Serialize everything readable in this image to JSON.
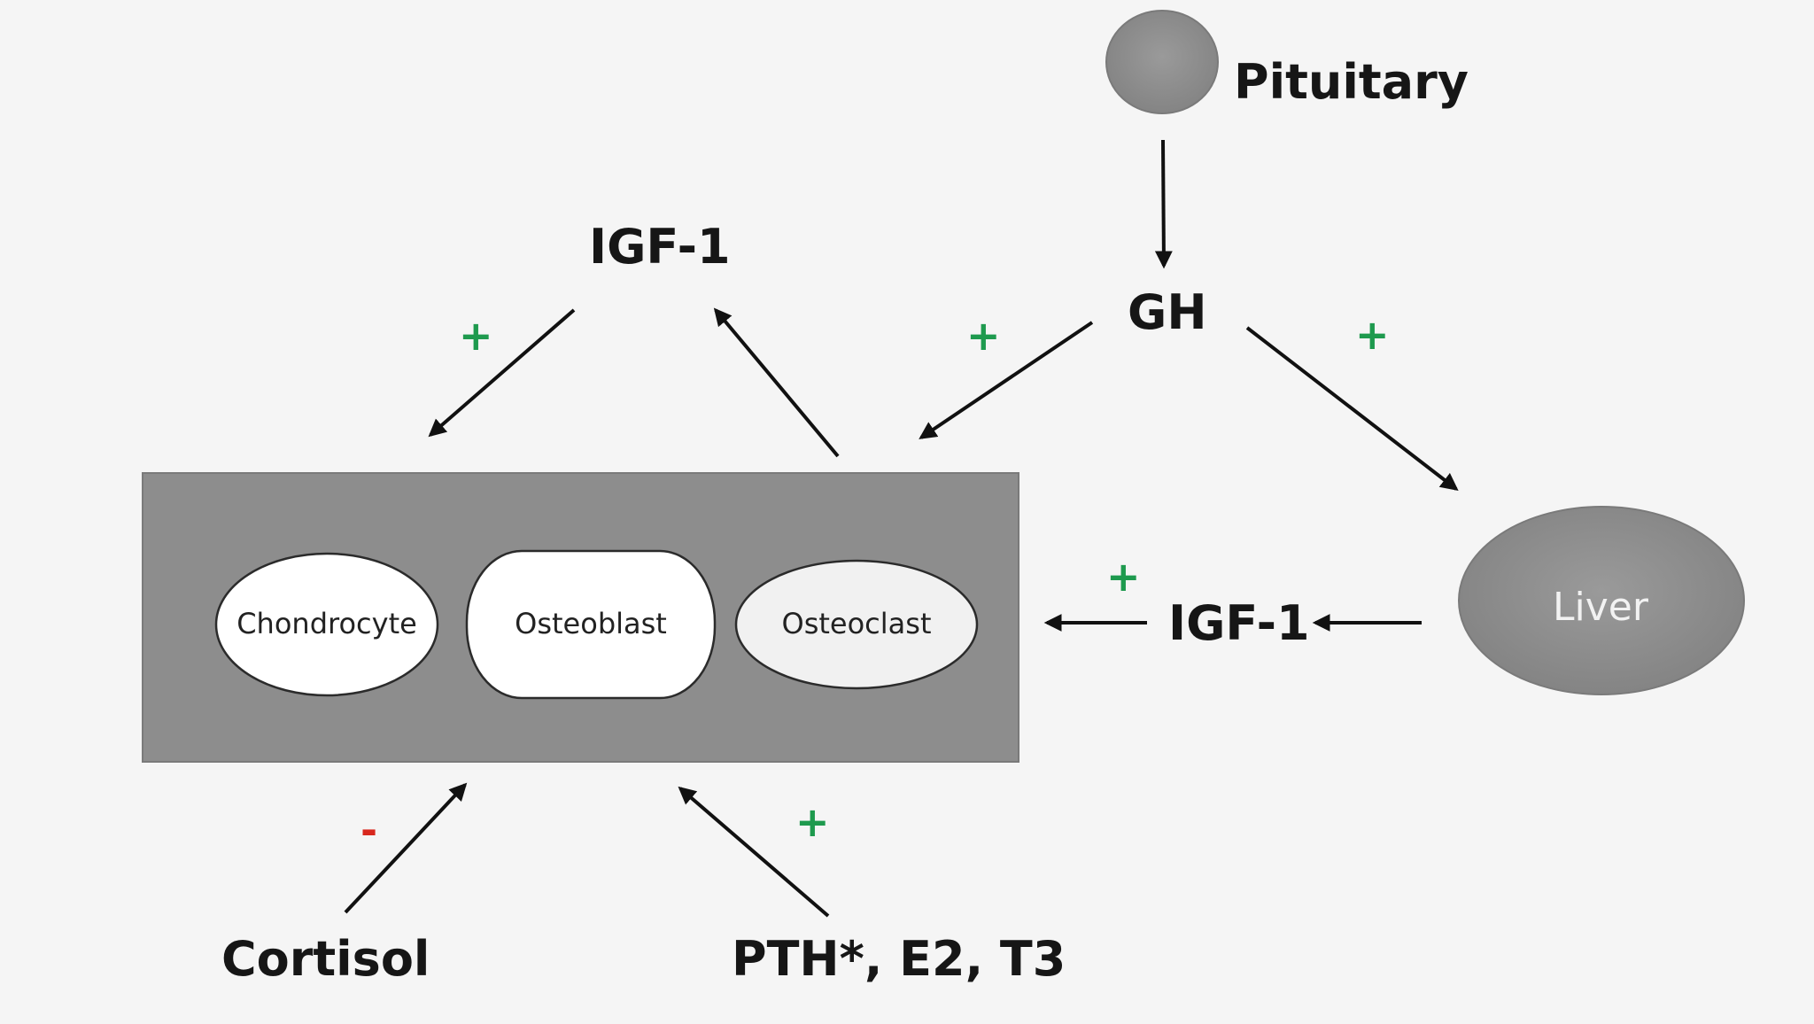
{
  "diagram": {
    "nodes": {
      "pituitary": "Pituitary",
      "gh": "GH",
      "igf1_top": "IGF-1",
      "igf1_right": "IGF-1",
      "liver": "Liver",
      "cortisol": "Cortisol",
      "pth_e2_t3": "PTH*, E2, T3"
    },
    "cells": {
      "chondrocyte": "Chondrocyte",
      "osteoblast": "Osteoblast",
      "osteoclast": "Osteoclast"
    },
    "signs": {
      "igf1_to_bone": "+",
      "gh_to_bone": "+",
      "gh_to_liver": "+",
      "igf1_liver_to_bone": "+",
      "cortisol_to_bone": "-",
      "pth_to_bone": "+"
    },
    "colors": {
      "background": "#f5f5f5",
      "node_fill": "#8f8f8f",
      "panel_fill": "#8c8c8c",
      "cell_fill": "#ffffff",
      "arrow": "#111111",
      "positive_sign": "#1e9a4e",
      "negative_sign": "#d8281e"
    }
  }
}
